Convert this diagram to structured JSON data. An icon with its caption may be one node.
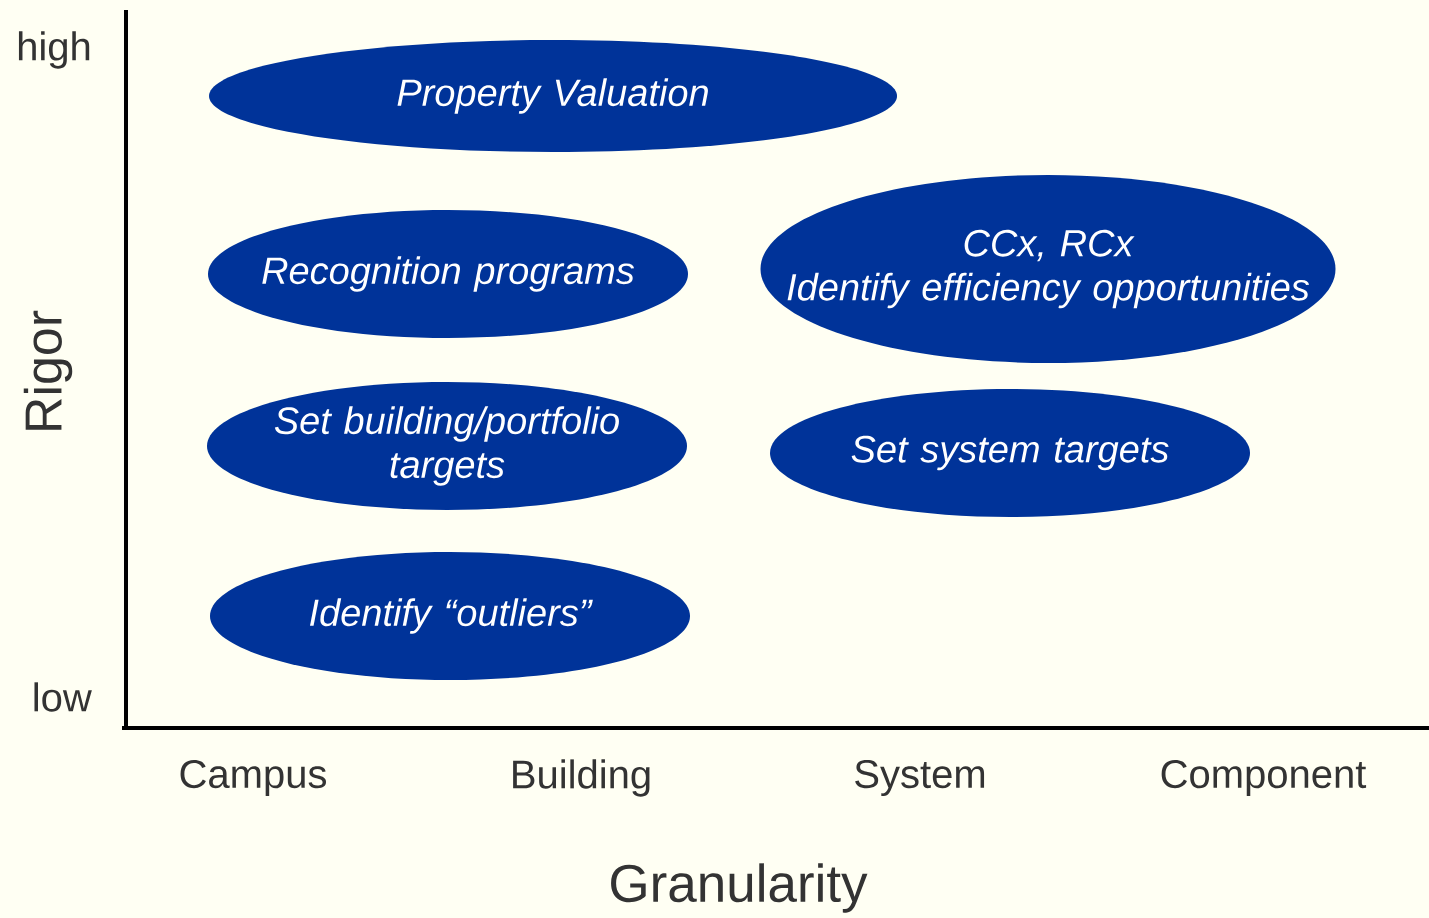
{
  "diagram": {
    "nodes": [
      {
        "text": [
          "Property Valuation"
        ]
      },
      {
        "text": [
          "Recognition programs"
        ]
      },
      {
        "text": [
          "CCx, RCx",
          "Identify efficiency opportunities"
        ]
      },
      {
        "text": [
          "Set building/portfolio targets"
        ]
      },
      {
        "text": [
          "Set system targets"
        ]
      },
      {
        "text": [
          "Identify “outliers”"
        ]
      }
    ],
    "labels": [
      "high",
      "Rigor",
      "low",
      "Campus",
      "Building",
      "System",
      "Component",
      "Granularity"
    ]
  }
}
